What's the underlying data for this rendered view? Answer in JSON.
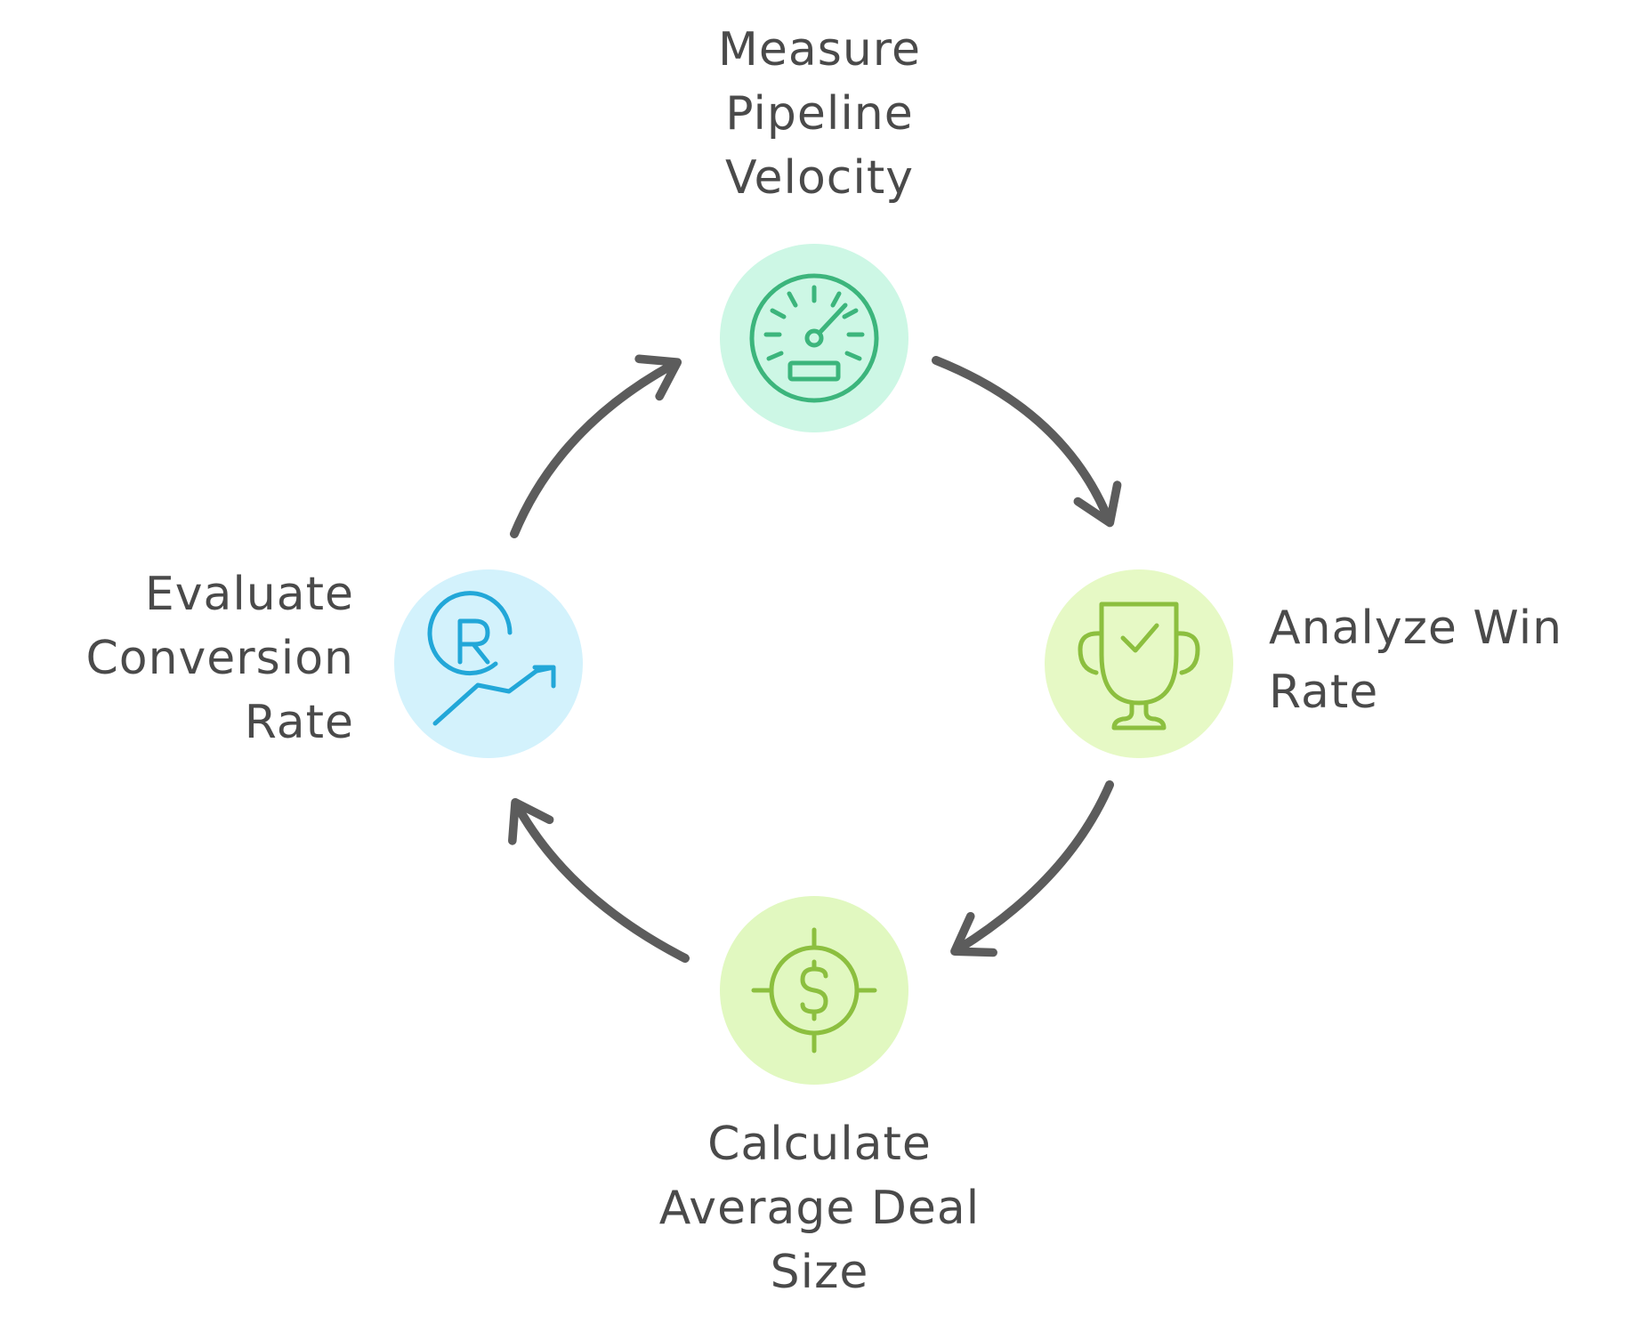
{
  "diagram": {
    "type": "cycle",
    "steps": [
      {
        "id": "measure",
        "lines": [
          "Measure",
          "Pipeline",
          "Velocity"
        ],
        "icon": "speedometer-icon",
        "circle_color": "#cdf7e5",
        "icon_color": "#3cb57c"
      },
      {
        "id": "analyze",
        "lines": [
          "Analyze Win",
          "Rate"
        ],
        "icon": "trophy-check-icon",
        "circle_color": "#e6f9c5",
        "icon_color": "#8cbf3f"
      },
      {
        "id": "calculate",
        "lines": [
          "Calculate",
          "Average Deal",
          "Size"
        ],
        "icon": "dollar-target-icon",
        "circle_color": "#e1f8c0",
        "icon_color": "#8cbf3f"
      },
      {
        "id": "evaluate",
        "lines": [
          "Evaluate",
          "Conversion",
          "Rate"
        ],
        "icon": "registered-growth-icon",
        "circle_color": "#d3f2fc",
        "icon_color": "#22a7d8"
      }
    ],
    "arrow_color": "#5c5c5c",
    "text_color": "#4a4a4a"
  }
}
